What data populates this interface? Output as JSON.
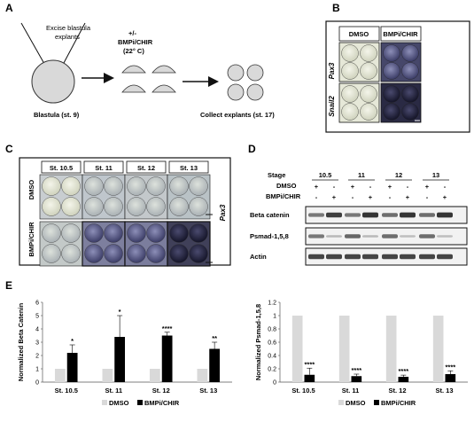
{
  "panels": {
    "a": {
      "letter": "A",
      "excise": [
        "Excise blastula",
        "explants"
      ],
      "treatment": [
        "+/-",
        "BMPi/CHIR",
        "(22° C)"
      ],
      "blastula": "Blastula (st. 9)",
      "collect": "Collect explants (st. 17)"
    },
    "b": {
      "letter": "B",
      "columns": [
        "DMSO",
        "BMPi/CHIR"
      ],
      "rows": [
        "Pax3",
        "Snail2"
      ]
    },
    "c": {
      "letter": "C",
      "columns": [
        "St. 10.5",
        "St. 11",
        "St. 12",
        "St. 13"
      ],
      "rows": [
        "DMSO",
        "BMPi/CHIR"
      ],
      "gene": "Pax3"
    },
    "d": {
      "letter": "D",
      "stage_label": "Stage",
      "stages": [
        "10.5",
        "11",
        "12",
        "13"
      ],
      "dmso_label": "DMSO",
      "bmpi_label": "BMPi/CHIR",
      "dmso_marks": [
        "+",
        "-",
        "+",
        "-",
        "+",
        "-",
        "+",
        "-"
      ],
      "bmpi_marks": [
        "-",
        "+",
        "-",
        "+",
        "-",
        "+",
        "-",
        "+"
      ],
      "blots": [
        {
          "label": "Beta catenin",
          "bands": [
            0.55,
            0.9,
            0.55,
            0.95,
            0.6,
            0.95,
            0.6,
            0.95
          ]
        },
        {
          "label": "Psmad-1,5,8",
          "bands": [
            0.55,
            0.15,
            0.65,
            0.15,
            0.6,
            0.12,
            0.6,
            0.12
          ]
        },
        {
          "label": "Actin",
          "bands": [
            0.85,
            0.85,
            0.85,
            0.85,
            0.85,
            0.85,
            0.85,
            0.85
          ]
        }
      ]
    },
    "e": {
      "letter": "E"
    }
  },
  "chart_data": [
    {
      "type": "bar",
      "categories": [
        "St. 10.5",
        "St. 11",
        "St. 12",
        "St. 13"
      ],
      "series": [
        {
          "name": "DMSO",
          "values": [
            1,
            1,
            1,
            1
          ],
          "color": "#d9d9d9"
        },
        {
          "name": "BMPi/CHIR",
          "values": [
            2.2,
            3.4,
            3.5,
            2.5
          ],
          "errors": [
            0.6,
            1.6,
            0.25,
            0.5
          ],
          "color": "#000000"
        }
      ],
      "significance": [
        "*",
        "*",
        "****",
        "**"
      ],
      "ylabel": "Normalized Beta Catenin",
      "ylim": [
        0,
        6
      ],
      "yticks": [
        0,
        1,
        2,
        3,
        4,
        5,
        6
      ],
      "legend": "bottom"
    },
    {
      "type": "bar",
      "categories": [
        "St. 10.5",
        "St. 11",
        "St. 12",
        "St. 13"
      ],
      "series": [
        {
          "name": "DMSO",
          "values": [
            1,
            1,
            1,
            1
          ],
          "color": "#d9d9d9"
        },
        {
          "name": "BMPi/CHIR",
          "values": [
            0.11,
            0.09,
            0.08,
            0.12
          ],
          "errors": [
            0.1,
            0.03,
            0.025,
            0.05
          ],
          "color": "#000000"
        }
      ],
      "significance": [
        "****",
        "****",
        "****",
        "****"
      ],
      "ylabel": "Normalized Psmad-1,5,8",
      "ylim": [
        0,
        1.2
      ],
      "yticks": [
        "0",
        "0.2",
        "0.4",
        "0.6",
        "0.8",
        "1",
        "1.2"
      ],
      "legend": "bottom"
    }
  ]
}
